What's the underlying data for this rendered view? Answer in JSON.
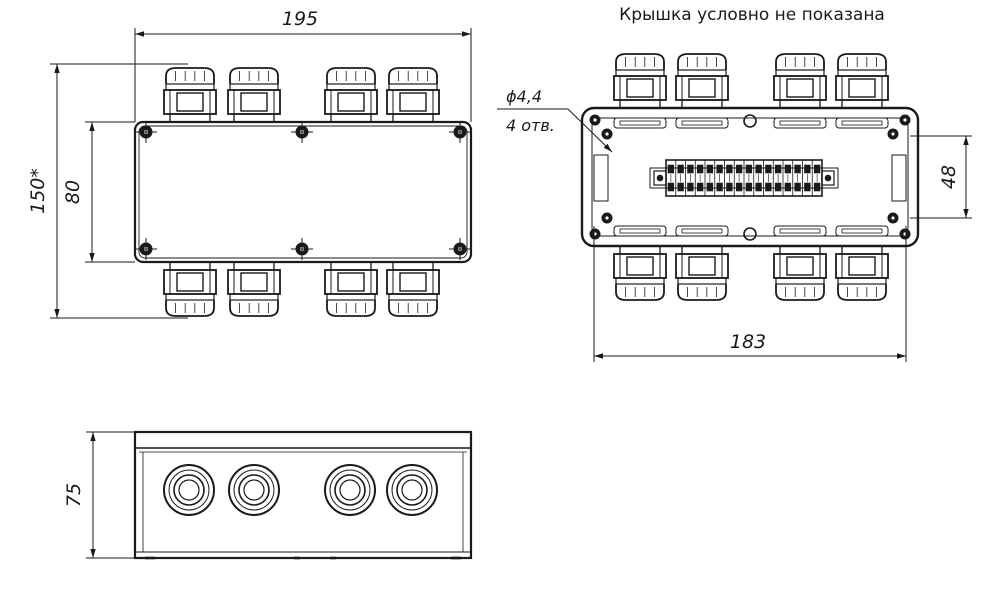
{
  "drawing": {
    "note": "Крышка условно не показана",
    "dimensions": {
      "top_width": "195",
      "overall_height": "150*",
      "cover_height": "80",
      "hole_diameter": "ϕ4,4",
      "hole_count": "4 отв.",
      "rail_height": "48",
      "mount_width": "183",
      "side_height": "75"
    },
    "terminal_block": {
      "terminal_count": 16
    },
    "colors": {
      "line": "#1a1a1a",
      "background": "#ffffff"
    }
  }
}
